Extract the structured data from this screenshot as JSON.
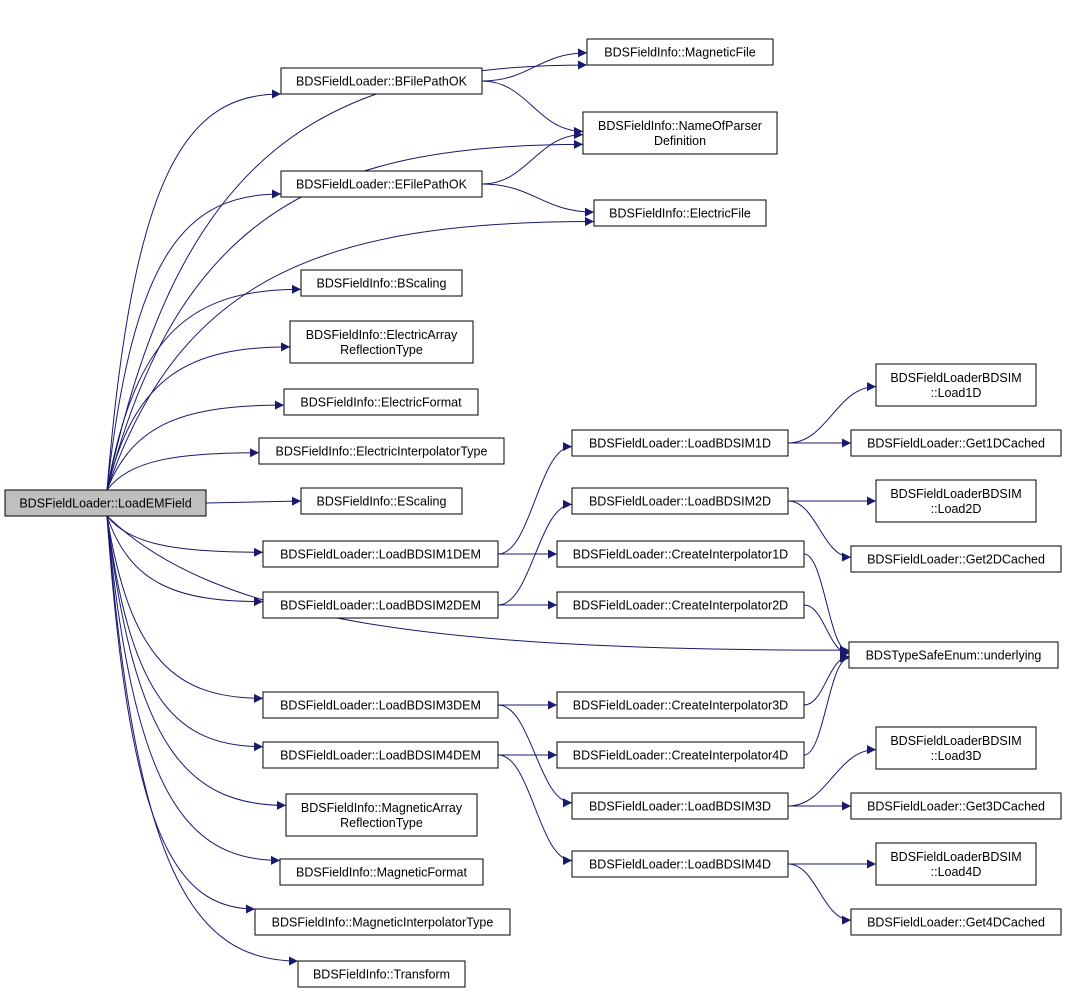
{
  "graph": {
    "edge_color": "#191970",
    "root_fill": "#bfbfbf",
    "nodes": [
      {
        "id": "root",
        "lines": [
          "BDSFieldLoader::LoadEMField"
        ]
      },
      {
        "id": "bfp",
        "lines": [
          "BDSFieldLoader::BFilePathOK"
        ]
      },
      {
        "id": "efp",
        "lines": [
          "BDSFieldLoader::EFilePathOK"
        ]
      },
      {
        "id": "bscale",
        "lines": [
          "BDSFieldInfo::BScaling"
        ]
      },
      {
        "id": "earr",
        "lines": [
          "BDSFieldInfo::ElectricArray",
          "ReflectionType"
        ]
      },
      {
        "id": "efmt",
        "lines": [
          "BDSFieldInfo::ElectricFormat"
        ]
      },
      {
        "id": "eint",
        "lines": [
          "BDSFieldInfo::ElectricInterpolatorType"
        ]
      },
      {
        "id": "escale",
        "lines": [
          "BDSFieldInfo::EScaling"
        ]
      },
      {
        "id": "l1dem",
        "lines": [
          "BDSFieldLoader::LoadBDSIM1DEM"
        ]
      },
      {
        "id": "l2dem",
        "lines": [
          "BDSFieldLoader::LoadBDSIM2DEM"
        ]
      },
      {
        "id": "l3dem",
        "lines": [
          "BDSFieldLoader::LoadBDSIM3DEM"
        ]
      },
      {
        "id": "l4dem",
        "lines": [
          "BDSFieldLoader::LoadBDSIM4DEM"
        ]
      },
      {
        "id": "marr",
        "lines": [
          "BDSFieldInfo::MagneticArray",
          "ReflectionType"
        ]
      },
      {
        "id": "mfmt",
        "lines": [
          "BDSFieldInfo::MagneticFormat"
        ]
      },
      {
        "id": "mint",
        "lines": [
          "BDSFieldInfo::MagneticInterpolatorType"
        ]
      },
      {
        "id": "xform",
        "lines": [
          "BDSFieldInfo::Transform"
        ]
      },
      {
        "id": "mfile",
        "lines": [
          "BDSFieldInfo::MagneticFile"
        ]
      },
      {
        "id": "nopd",
        "lines": [
          "BDSFieldInfo::NameOfParser",
          "Definition"
        ]
      },
      {
        "id": "efile",
        "lines": [
          "BDSFieldInfo::ElectricFile"
        ]
      },
      {
        "id": "lb1d",
        "lines": [
          "BDSFieldLoader::LoadBDSIM1D"
        ]
      },
      {
        "id": "lb2d",
        "lines": [
          "BDSFieldLoader::LoadBDSIM2D"
        ]
      },
      {
        "id": "ci1d",
        "lines": [
          "BDSFieldLoader::CreateInterpolator1D"
        ]
      },
      {
        "id": "ci2d",
        "lines": [
          "BDSFieldLoader::CreateInterpolator2D"
        ]
      },
      {
        "id": "ci3d",
        "lines": [
          "BDSFieldLoader::CreateInterpolator3D"
        ]
      },
      {
        "id": "ci4d",
        "lines": [
          "BDSFieldLoader::CreateInterpolator4D"
        ]
      },
      {
        "id": "lb3d",
        "lines": [
          "BDSFieldLoader::LoadBDSIM3D"
        ]
      },
      {
        "id": "lb4d",
        "lines": [
          "BDSFieldLoader::LoadBDSIM4D"
        ]
      },
      {
        "id": "ld1d",
        "lines": [
          "BDSFieldLoaderBDSIM",
          "::Load1D"
        ]
      },
      {
        "id": "g1d",
        "lines": [
          "BDSFieldLoader::Get1DCached"
        ]
      },
      {
        "id": "ld2d",
        "lines": [
          "BDSFieldLoaderBDSIM",
          "::Load2D"
        ]
      },
      {
        "id": "g2d",
        "lines": [
          "BDSFieldLoader::Get2DCached"
        ]
      },
      {
        "id": "tse",
        "lines": [
          "BDSTypeSafeEnum::underlying"
        ]
      },
      {
        "id": "ld3d",
        "lines": [
          "BDSFieldLoaderBDSIM",
          "::Load3D"
        ]
      },
      {
        "id": "g3d",
        "lines": [
          "BDSFieldLoader::Get3DCached"
        ]
      },
      {
        "id": "ld4d",
        "lines": [
          "BDSFieldLoaderBDSIM",
          "::Load4D"
        ]
      },
      {
        "id": "g4d",
        "lines": [
          "BDSFieldLoader::Get4DCached"
        ]
      }
    ],
    "edges": [
      [
        "root",
        "mfile"
      ],
      [
        "root",
        "bfp"
      ],
      [
        "root",
        "nopd"
      ],
      [
        "root",
        "efp"
      ],
      [
        "root",
        "efile"
      ],
      [
        "root",
        "bscale"
      ],
      [
        "root",
        "earr"
      ],
      [
        "root",
        "efmt"
      ],
      [
        "root",
        "eint"
      ],
      [
        "root",
        "escale"
      ],
      [
        "root",
        "l1dem"
      ],
      [
        "root",
        "l2dem"
      ],
      [
        "root",
        "tse"
      ],
      [
        "root",
        "l3dem"
      ],
      [
        "root",
        "l4dem"
      ],
      [
        "root",
        "marr"
      ],
      [
        "root",
        "mfmt"
      ],
      [
        "root",
        "mint"
      ],
      [
        "root",
        "xform"
      ],
      [
        "bfp",
        "mfile"
      ],
      [
        "bfp",
        "nopd"
      ],
      [
        "efp",
        "nopd"
      ],
      [
        "efp",
        "efile"
      ],
      [
        "l1dem",
        "lb1d"
      ],
      [
        "l1dem",
        "ci1d"
      ],
      [
        "l2dem",
        "lb2d"
      ],
      [
        "l2dem",
        "ci2d"
      ],
      [
        "l3dem",
        "ci3d"
      ],
      [
        "l3dem",
        "lb3d"
      ],
      [
        "l4dem",
        "ci4d"
      ],
      [
        "l4dem",
        "lb4d"
      ],
      [
        "lb1d",
        "ld1d"
      ],
      [
        "lb1d",
        "g1d"
      ],
      [
        "lb2d",
        "ld2d"
      ],
      [
        "lb2d",
        "g2d"
      ],
      [
        "ci1d",
        "tse"
      ],
      [
        "ci2d",
        "tse"
      ],
      [
        "ci3d",
        "tse"
      ],
      [
        "ci4d",
        "tse"
      ],
      [
        "lb3d",
        "ld3d"
      ],
      [
        "lb3d",
        "g3d"
      ],
      [
        "lb4d",
        "ld4d"
      ],
      [
        "lb4d",
        "g4d"
      ]
    ]
  }
}
